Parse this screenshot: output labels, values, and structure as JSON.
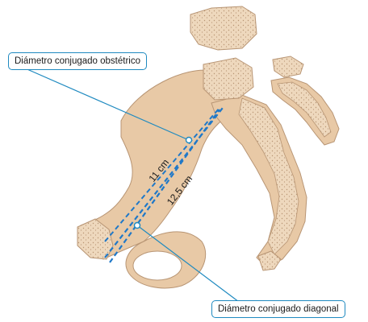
{
  "labels": {
    "obstetric_conjugate": "Diámetro conjugado obstétrico",
    "diagonal_conjugate": "Diámetro conjugado diagonal",
    "obstetric_measure": "11 cm",
    "diagonal_measure": "12,5 cm"
  },
  "colors": {
    "bone_fill": "#e8c9a6",
    "bone_stroke": "#b89574",
    "vertebra_fill": "#eed8bd",
    "dashed_line": "#1f78c8",
    "leader_line": "#1f8ac0"
  }
}
